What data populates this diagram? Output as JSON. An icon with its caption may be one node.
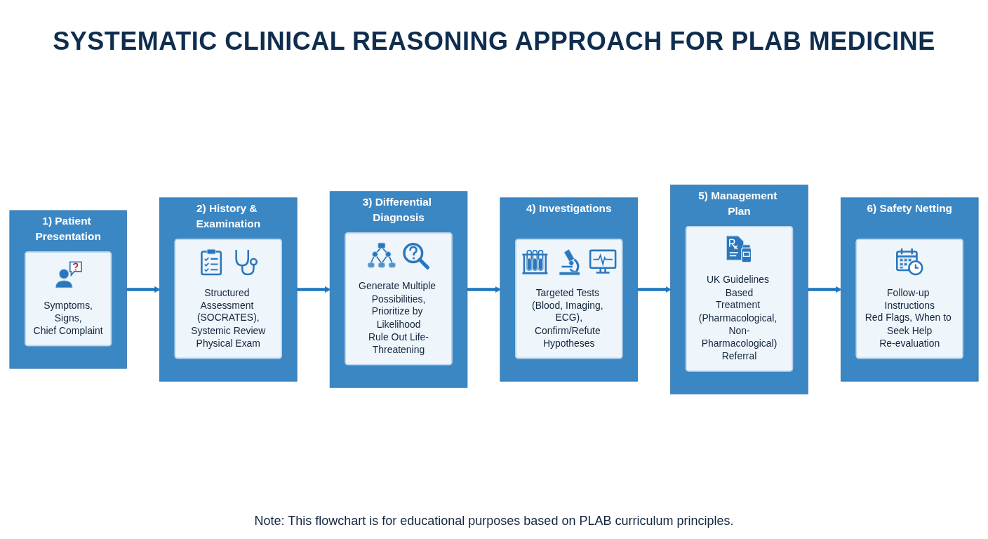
{
  "diagram": {
    "title": "SYSTEMATIC CLINICAL REASONING APPROACH FOR PLAB MEDICINE",
    "nodes": [
      {
        "text": [
          "1) Patient Presentation"
        ]
      },
      {
        "text": [
          "Symptoms,",
          "Signs,",
          "Chief Complaint"
        ],
        "in": 0
      },
      {
        "text": [
          "2) History & Examination"
        ]
      },
      {
        "text": [
          "Structured Assessment (SOCRATES),",
          "Systemic Review",
          "Physical Exam"
        ],
        "in": 2
      },
      {
        "text": [
          "3) Differential Diagnosis"
        ]
      },
      {
        "text": [
          "Generate Multiple Possibilities,",
          "Prioritize by Likelihood",
          "Rule Out Life-Threatening"
        ],
        "in": 4
      },
      {
        "text": [
          "4) Investigations"
        ]
      },
      {
        "text": [
          "Targeted Tests (Blood, Imaging, ECG),",
          "Confirm/Refute Hypotheses"
        ],
        "in": 6
      },
      {
        "text": [
          "5) Management Plan"
        ]
      },
      {
        "text": [
          "UK Guidelines Based",
          "Treatment (Pharmacological, Non-Pharmacological)",
          "Referral"
        ],
        "in": 8
      },
      {
        "text": [
          "6) Safety Netting"
        ]
      },
      {
        "text": [
          "Follow-up Instructions",
          "Red Flags, When to Seek Help",
          "Re-evaluation"
        ],
        "in": 10
      }
    ],
    "edges": [
      {
        "from": 0,
        "to": 2,
        "arrow": "to"
      },
      {
        "from": 2,
        "to": 4,
        "arrow": "to"
      },
      {
        "from": 4,
        "to": 6,
        "arrow": "to"
      },
      {
        "from": 6,
        "to": 8,
        "arrow": "to"
      },
      {
        "from": 8,
        "to": 10,
        "arrow": "to"
      }
    ],
    "caption": "Note: This flowchart is for educational purposes based on PLAB curriculum principles."
  }
}
